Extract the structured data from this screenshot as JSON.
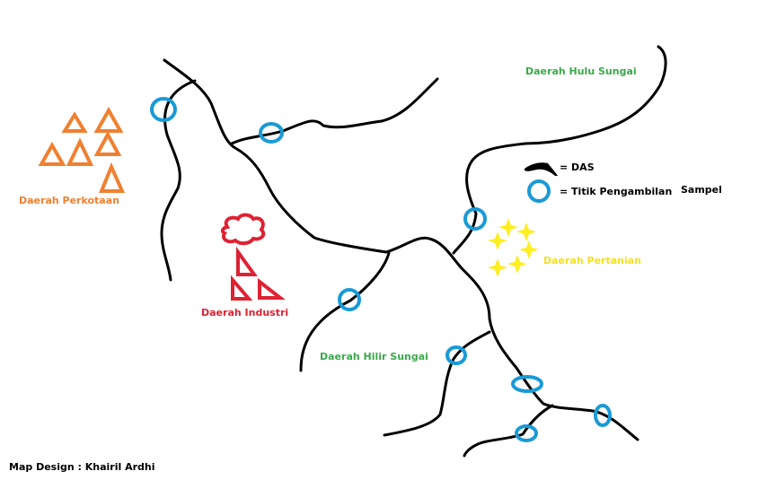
{
  "labels": {
    "hulu": "Daerah Hulu Sungai",
    "hilir": "Daerah Hilir Sungai",
    "perkotaan": "Daerah Perkotaan",
    "industri": "Daerah Industri",
    "pertanian": "Daerah Pertanian"
  },
  "legend": {
    "das": "= DAS",
    "sample_a": "= Titik Pengambilan",
    "sample_b": "Sampel"
  },
  "credit": "Map Design : Khairil Ardhi",
  "colors": {
    "river": "#000000",
    "sample_point": "#1a9ad6",
    "urban": "#f08030",
    "industrial": "#dd2233",
    "agriculture": "#ffee22",
    "label_green": "#3aaa4a"
  }
}
